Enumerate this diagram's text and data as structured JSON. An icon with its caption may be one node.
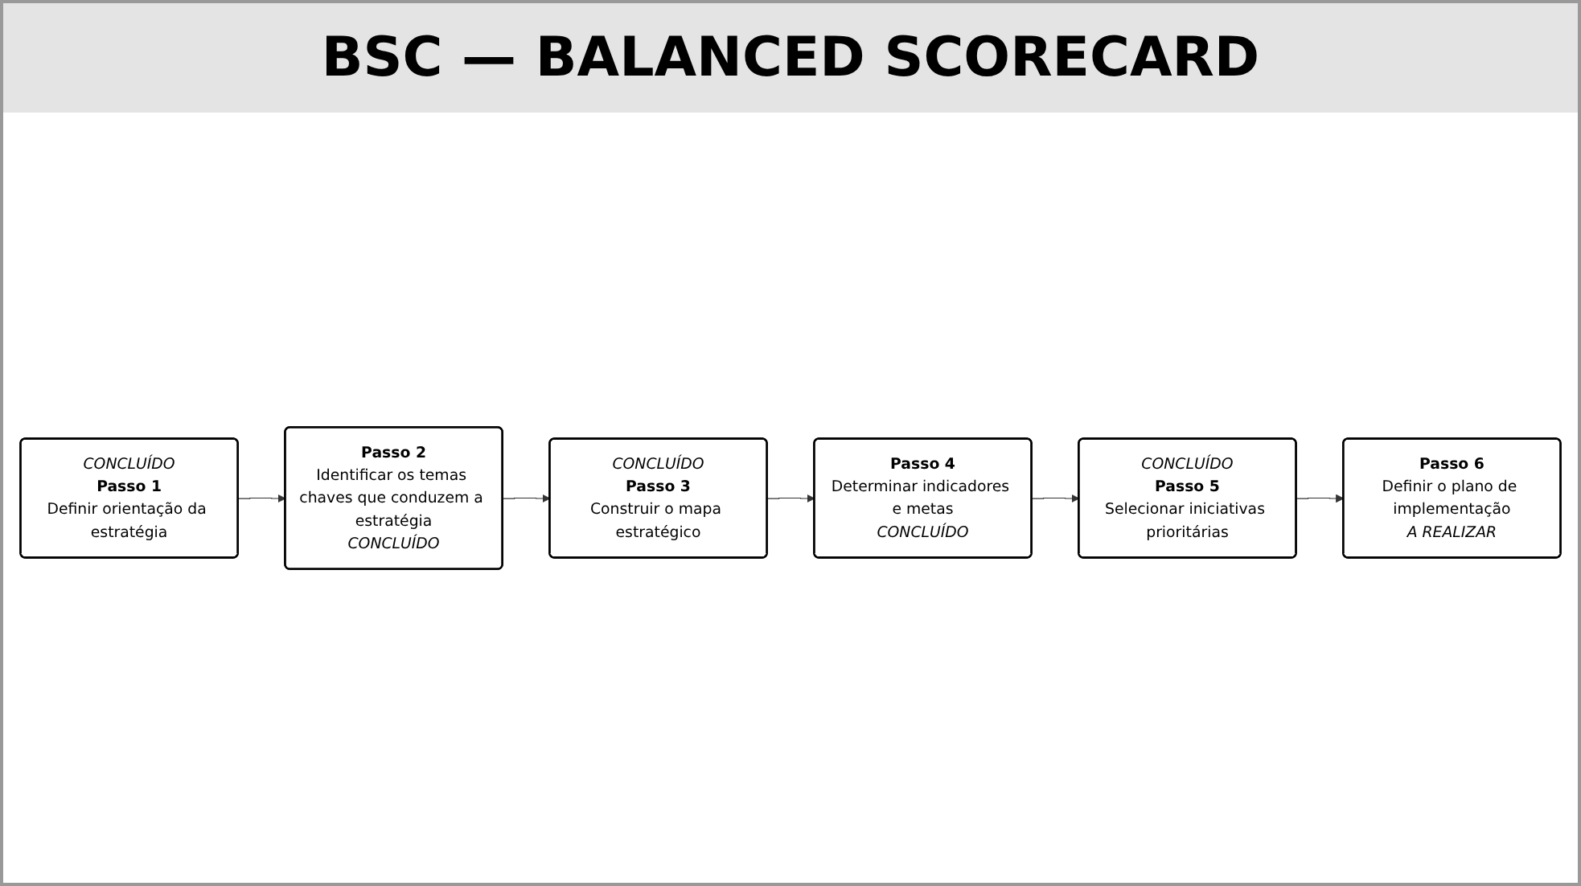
{
  "diagram": {
    "title": "BSC — BALANCED SCORECARD",
    "nodes": [
      {
        "text": [
          "CONCLUÍDO",
          "Passo 1",
          "Definir orientação da estratégia"
        ]
      },
      {
        "text": [
          "Passo 2",
          "Identificar os temas chaves que conduzem a estratégia",
          "CONCLUÍDO"
        ]
      },
      {
        "text": [
          "CONCLUÍDO",
          "Passo 3",
          "Construir o mapa estratégico"
        ]
      },
      {
        "text": [
          "Passo 4",
          "Determinar indicadores e metas",
          "CONCLUÍDO"
        ]
      },
      {
        "text": [
          "CONCLUÍDO",
          "Passo 5",
          "Selecionar iniciativas prioritárias"
        ]
      },
      {
        "text": [
          "Passo 6",
          "Definir o plano de implementação",
          "A REALIZAR"
        ]
      }
    ],
    "edges": [
      {
        "from": 0,
        "to": 1,
        "arrow": "to"
      },
      {
        "from": 1,
        "to": 2,
        "arrow": "to"
      },
      {
        "from": 2,
        "to": 3,
        "arrow": "to"
      },
      {
        "from": 3,
        "to": 4,
        "arrow": "to"
      },
      {
        "from": 4,
        "to": 5,
        "arrow": "to"
      }
    ]
  }
}
